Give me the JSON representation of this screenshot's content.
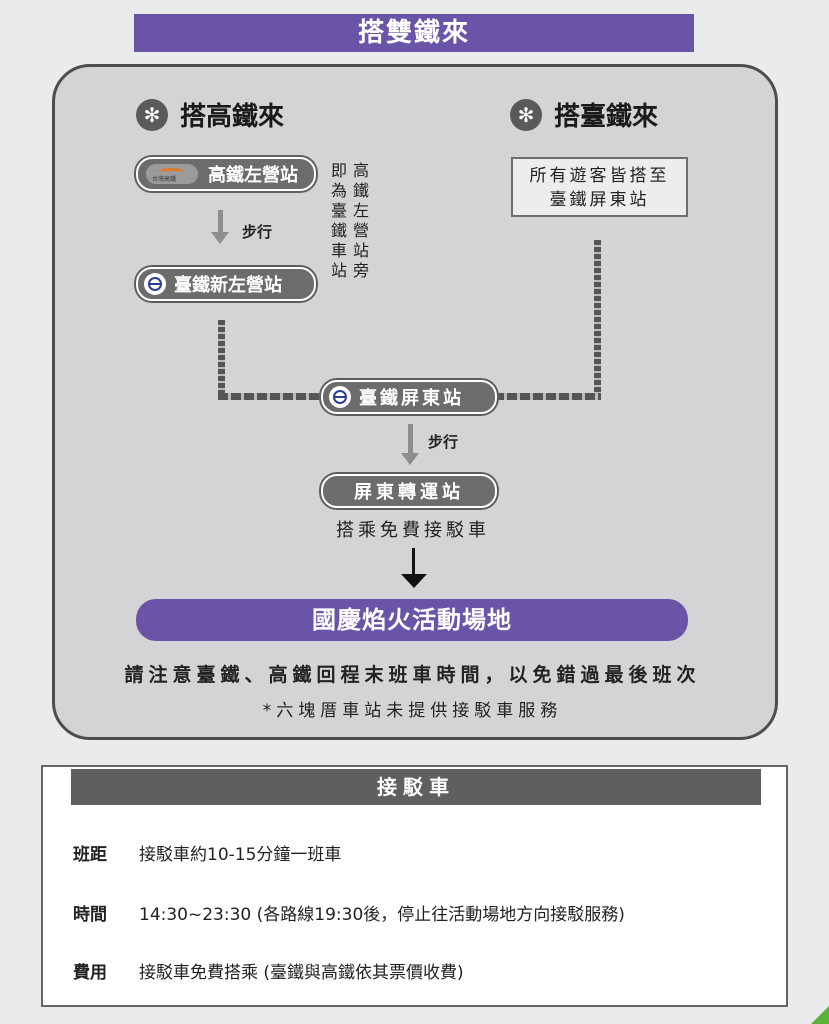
{
  "banner": "搭雙鐵來",
  "left_route": {
    "heading": "搭高鐵來",
    "thsr_logo_text": "台灣高鐵",
    "station1": "高鐵左營站",
    "walk": "步行",
    "station2": "臺鐵新左營站",
    "side_note_col1": [
      "即",
      "為",
      "臺",
      "鐵",
      "車",
      "站"
    ],
    "side_note_col2": [
      "高",
      "鐵",
      "左",
      "營",
      "站",
      "旁"
    ]
  },
  "right_route": {
    "heading": "搭臺鐵來",
    "note_line1": "所有遊客皆搭至",
    "note_line2": "臺鐵屏東站"
  },
  "hub": {
    "station": "臺鐵屏東站",
    "walk": "步行",
    "transfer": "屏東轉運站",
    "shuttle_text": "搭乘免費接駁車"
  },
  "destination": "國慶焰火活動場地",
  "warning": "請注意臺鐵、高鐵回程末班車時間，以免錯過最後班次",
  "footnote": "*六塊厝車站未提供接駁車服務",
  "shuttle": {
    "title": "接駁車",
    "rows": [
      {
        "key": "班距",
        "value": "接駁車約10-15分鐘一班車"
      },
      {
        "key": "時間",
        "value": "14:30~23:30 (各路線19:30後，停止往活動場地方向接駁服務)"
      },
      {
        "key": "費用",
        "value": "接駁車免費搭乘 (臺鐵與高鐵依其票價收費)"
      }
    ]
  },
  "colors": {
    "purple": "#6a54a8",
    "grey_dark": "#5f5f5f",
    "panel": "#d4d4d6"
  }
}
